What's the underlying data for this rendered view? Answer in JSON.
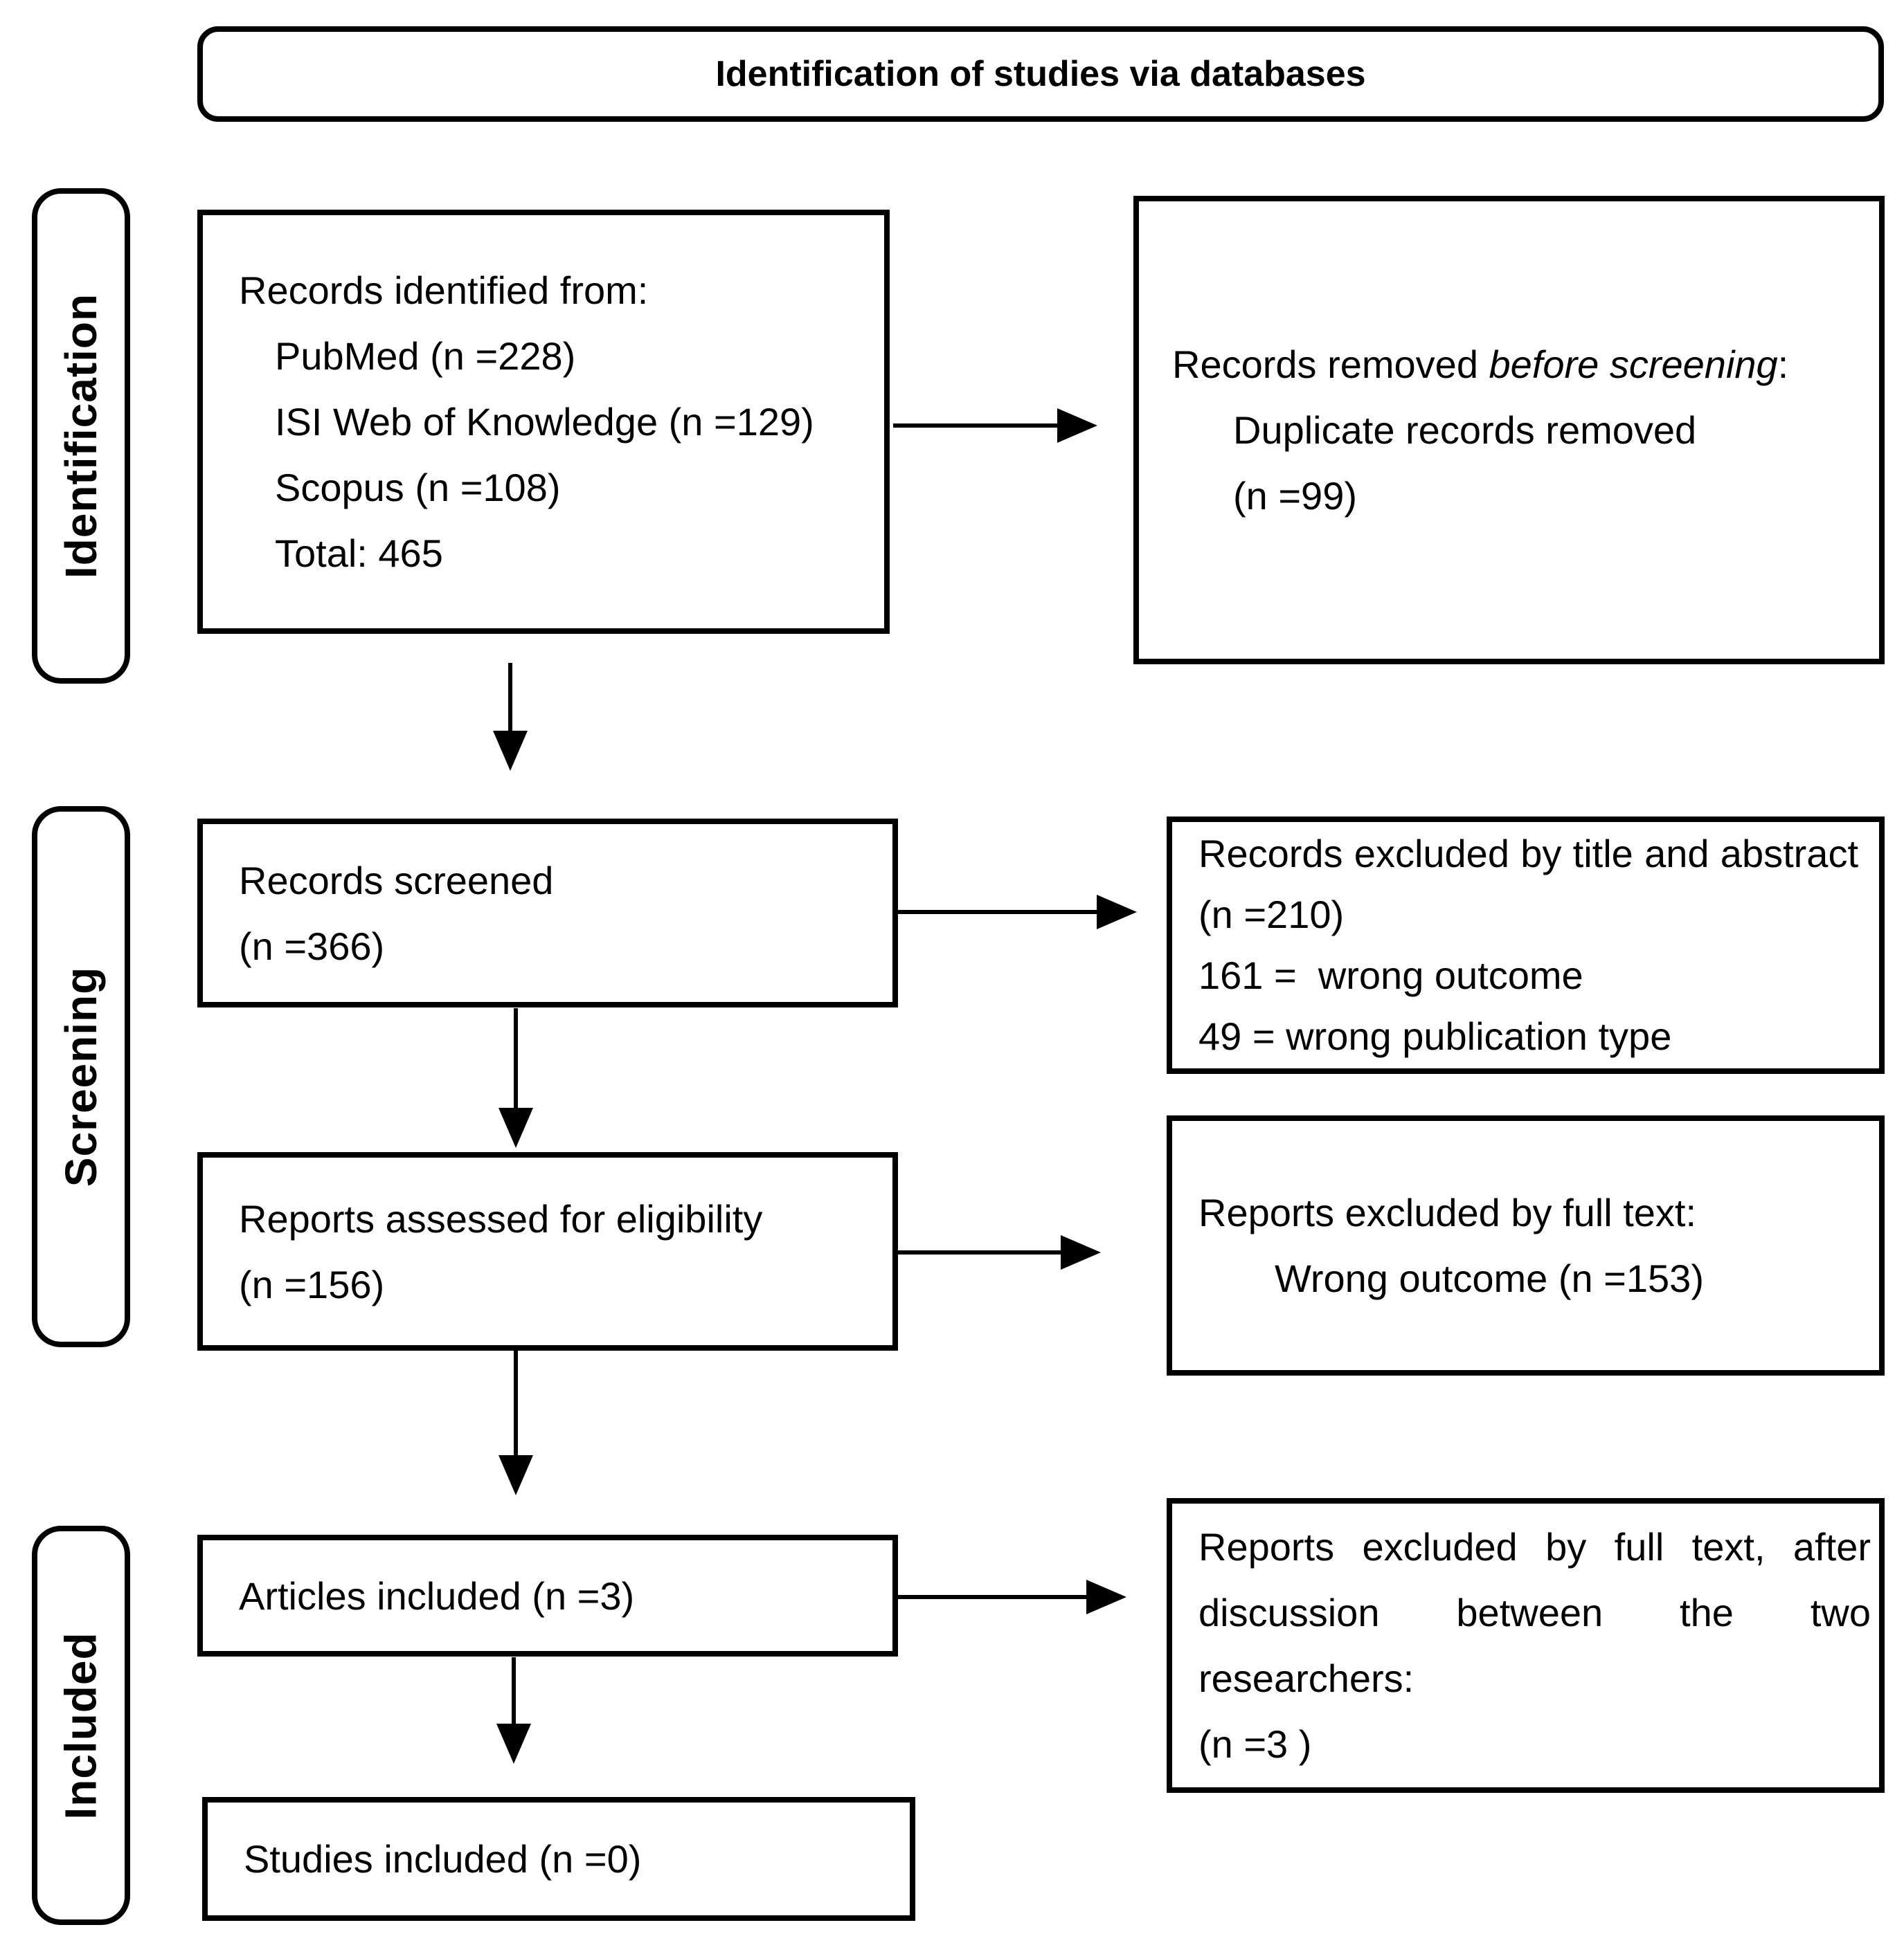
{
  "title": "Identification of studies via databases",
  "rails": [
    {
      "label": "Identification"
    },
    {
      "label": "Screening"
    },
    {
      "label": "Included"
    }
  ],
  "boxes": {
    "identified": {
      "lines": [
        "Records identified from:",
        "PubMed (n =228)",
        "ISI Web of Knowledge (n =129)",
        "Scopus (n =108)",
        "Total: 465"
      ]
    },
    "removed": {
      "line1_prefix": "Records removed ",
      "line1_italic": "before screening",
      "line1_suffix": ":",
      "lines": [
        "Duplicate records removed",
        "(n =99)"
      ]
    },
    "screened": {
      "lines": [
        "Records screened",
        "(n =366)"
      ]
    },
    "excluded_title_abstract": {
      "para": "Records excluded by title and abstract (n =210)",
      "lines": [
        "161 =  wrong outcome",
        "49 = wrong publication type"
      ]
    },
    "assessed": {
      "lines": [
        "Reports assessed for eligibility",
        "(n =156)"
      ]
    },
    "excluded_fulltext": {
      "lines": [
        "Reports excluded by full text:",
        "Wrong outcome (n =153)"
      ]
    },
    "articles_included": {
      "lines": [
        "Articles included (n =3)"
      ]
    },
    "excluded_discussion": {
      "para": "Reports excluded by full text, after discussion between the two researchers:",
      "lines": [
        "(n =3 )"
      ]
    },
    "studies_included": {
      "lines": [
        "Studies included (n =0)"
      ]
    }
  },
  "colors": {
    "border": "#000000",
    "background": "#ffffff",
    "text": "#000000"
  }
}
